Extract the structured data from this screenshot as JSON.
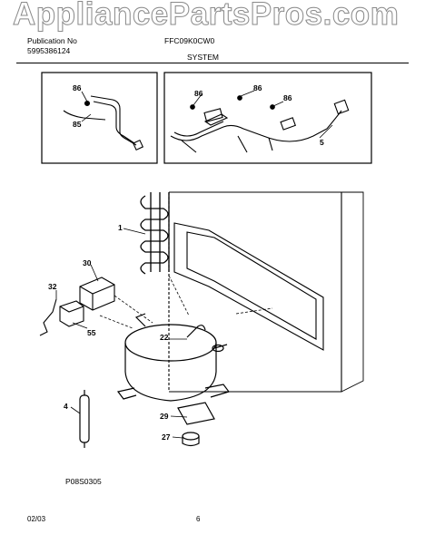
{
  "watermark": "AppliancePartsPros.com",
  "header": {
    "publication_label": "Publication No",
    "publication_number": "5995386124",
    "model": "FFC09K0CW0",
    "section": "SYSTEM"
  },
  "callouts": {
    "inset_left": [
      "86",
      "85"
    ],
    "inset_right": [
      "86",
      "86",
      "86",
      "5"
    ],
    "main": [
      "1",
      "30",
      "32",
      "55",
      "22",
      "4",
      "29",
      "27"
    ]
  },
  "figure_code": "P08S0305",
  "footer": {
    "date": "02/03",
    "page": "6"
  }
}
